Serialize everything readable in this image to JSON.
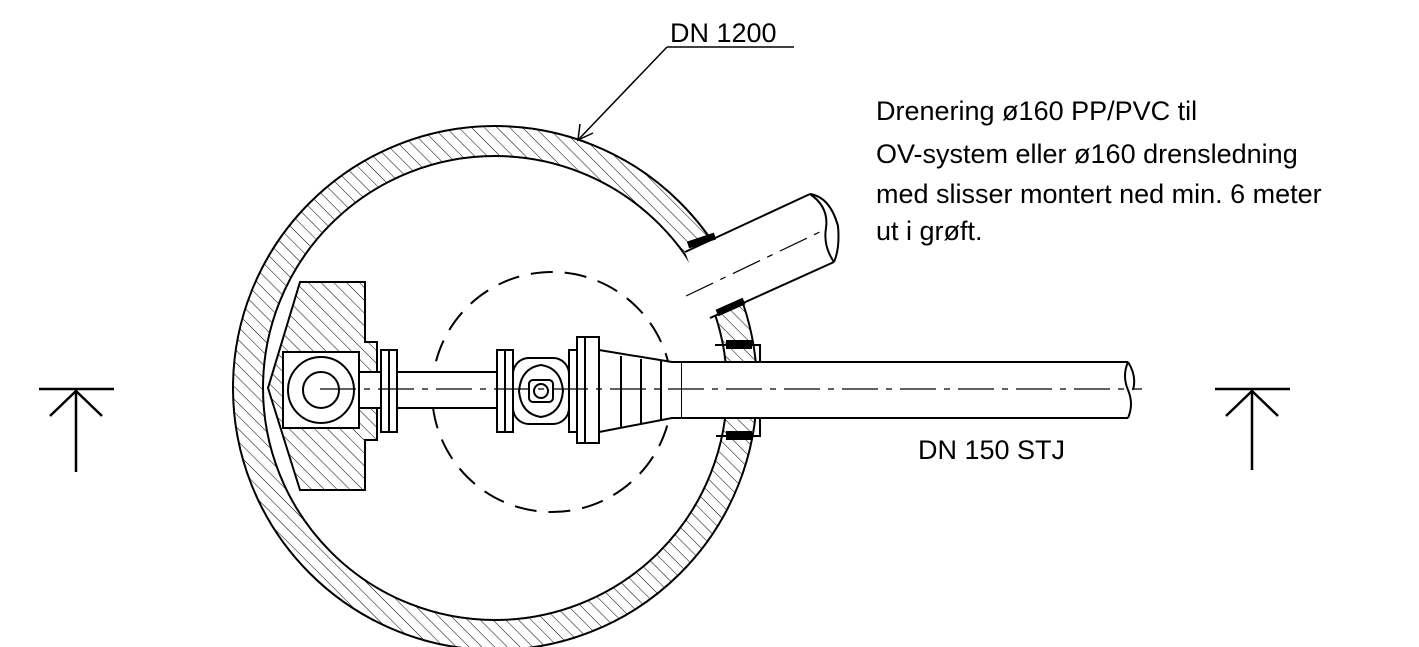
{
  "labels": {
    "manhole_dn": "DN 1200",
    "drainage_note": [
      "Drenering ø160 PP/PVC til",
      "OV-system eller ø160 drensledning",
      "med slisser montert ned min. 6 meter",
      "ut i grøft."
    ],
    "pipe_dn": "DN 150 STJ"
  },
  "colors": {
    "line": "#000000",
    "background": "#ffffff"
  }
}
